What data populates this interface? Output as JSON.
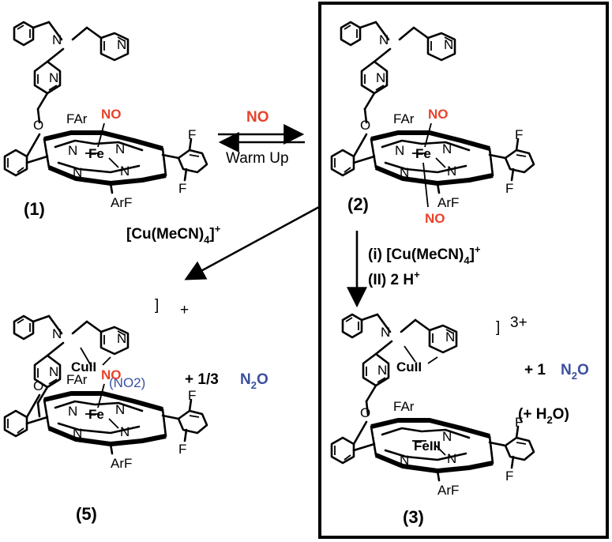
{
  "compounds": {
    "c1": "(1)",
    "c2": "(2)",
    "c3": "(3)",
    "c5": "(5)"
  },
  "arrows": {
    "no_label": "NO",
    "warm_label": "Warm Up",
    "cu_reagent_left": "[Cu(MeCN)4]+",
    "step_i": "(i) [Cu(MeCN)4]+",
    "step_ii": "(II) 2 H+"
  },
  "atoms": {
    "N": "N",
    "O": "O",
    "F": "F",
    "Fe": "Fe",
    "NO": "NO",
    "FAr": "FAr",
    "ArF": "ArF",
    "CuII": "CuII",
    "FeIII": "FeIII",
    "NO2": "(NO2)"
  },
  "charges": {
    "c5": "+",
    "c3": "3+"
  },
  "products": {
    "c5_byproduct_coef": "+ 1/3",
    "c5_byproduct": "N2O",
    "c3_byproduct_coef": "+ 1",
    "c3_byproduct": "N2O",
    "c3_water": "(+ H2O)"
  },
  "colors": {
    "red": "#e8432a",
    "blue": "#3a4fa0"
  }
}
